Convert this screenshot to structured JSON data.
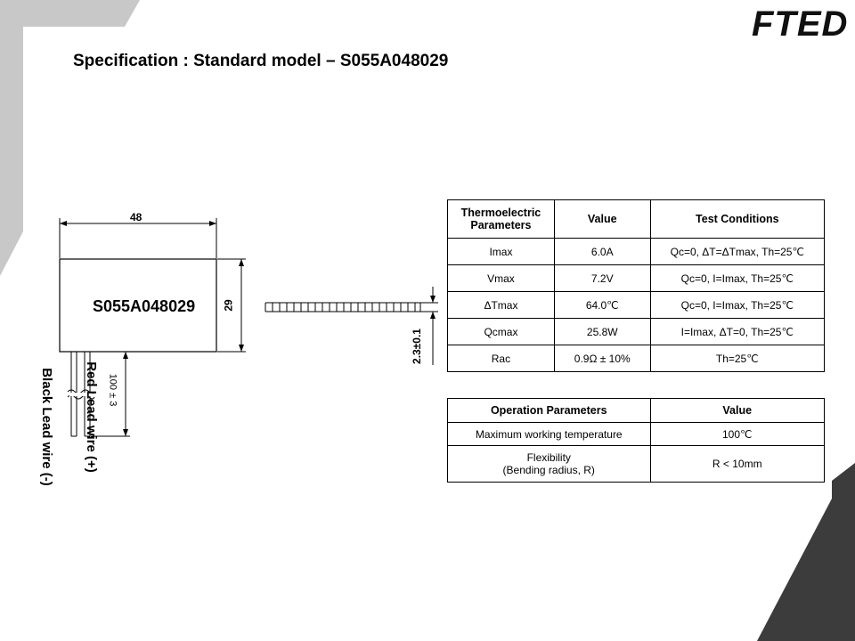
{
  "logo": "FTED",
  "title": "Specification : Standard model – S055A048029",
  "drawing": {
    "width_dim": "48",
    "height_dim": "29",
    "thickness_dim": "2.3±0.1",
    "wire_length_dim": "100 ± 3",
    "model_label": "S055A048029",
    "red_wire_label": "Red Lead wire (+)",
    "black_wire_label": "Black Lead wire (-)"
  },
  "te_table": {
    "headers": {
      "param_line1": "Thermoelectric",
      "param_line2": "Parameters",
      "value": "Value",
      "conditions": "Test Conditions"
    },
    "rows": [
      {
        "param": "Imax",
        "value": "6.0A",
        "conditions": "Qc=0, ΔT=ΔTmax, Th=25℃"
      },
      {
        "param": "Vmax",
        "value": "7.2V",
        "conditions": "Qc=0, I=Imax, Th=25℃"
      },
      {
        "param": "ΔTmax",
        "value": "64.0℃",
        "conditions": "Qc=0, I=Imax, Th=25℃"
      },
      {
        "param": "Qcmax",
        "value": "25.8W",
        "conditions": "I=Imax, ΔT=0, Th=25℃"
      },
      {
        "param": "Rac",
        "value": "0.9Ω ± 10%",
        "conditions": "Th=25℃"
      }
    ]
  },
  "op_table": {
    "headers": {
      "param": "Operation Parameters",
      "value": "Value"
    },
    "rows": [
      {
        "param_line1": "Maximum working temperature",
        "param_line2": "",
        "value": "100℃"
      },
      {
        "param_line1": "Flexibility",
        "param_line2": "(Bending radius, R)",
        "value": "R < 10mm"
      }
    ]
  },
  "colors": {
    "accent_gray": "#c8c8c8",
    "dark_gray": "#3c3c3c"
  }
}
